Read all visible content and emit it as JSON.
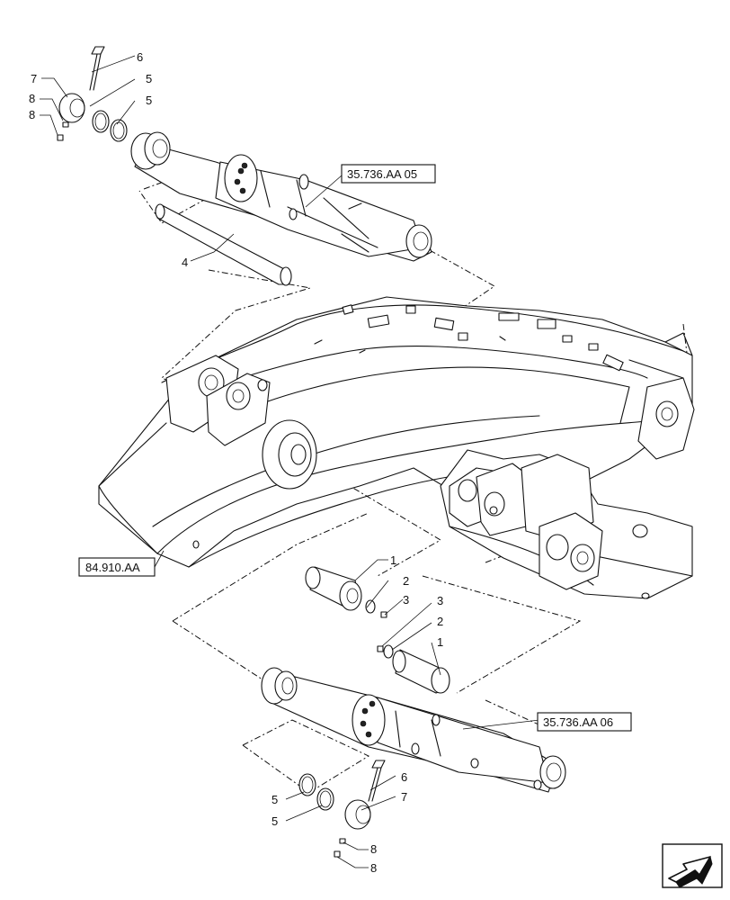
{
  "references": {
    "upper_cylinder": "35.736.AA 05",
    "boom": "84.910.AA",
    "lower_cylinder": "35.736.AA 06"
  },
  "callouts": {
    "c1_upper": "1",
    "c1_lower": "1",
    "c2_upper": "2",
    "c2_lower": "2",
    "c3_upper": "3",
    "c3_lower": "3",
    "c4": "4",
    "c5_top_a": "5",
    "c5_top_b": "5",
    "c5_bot_a": "5",
    "c5_bot_b": "5",
    "c6_top": "6",
    "c6_bot": "6",
    "c7_top": "7",
    "c7_bot": "7",
    "c8_top_a": "8",
    "c8_top_b": "8",
    "c8_bot_a": "8",
    "c8_bot_b": "8"
  },
  "icons": {
    "navigation": "next-page-arrow-icon"
  }
}
